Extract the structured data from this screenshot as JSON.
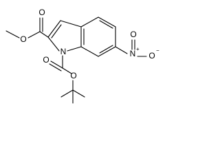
{
  "molecule": {
    "atoms": {
      "ester_carbonyl_o": "O",
      "ester_ether_o": "O",
      "ring_n": "N",
      "boc_carbonyl_o": "O",
      "boc_ether_o": "O",
      "nitro_n": "N",
      "nitro_o_top": "O",
      "nitro_o_right": "O"
    },
    "charges": {
      "nitro_n": "+",
      "nitro_o_right": "−"
    },
    "colors": {
      "bond": "#000000",
      "nitrogen": "#1f4fcf",
      "oxygen": "#d42a2a",
      "background": "#ffffff"
    }
  }
}
